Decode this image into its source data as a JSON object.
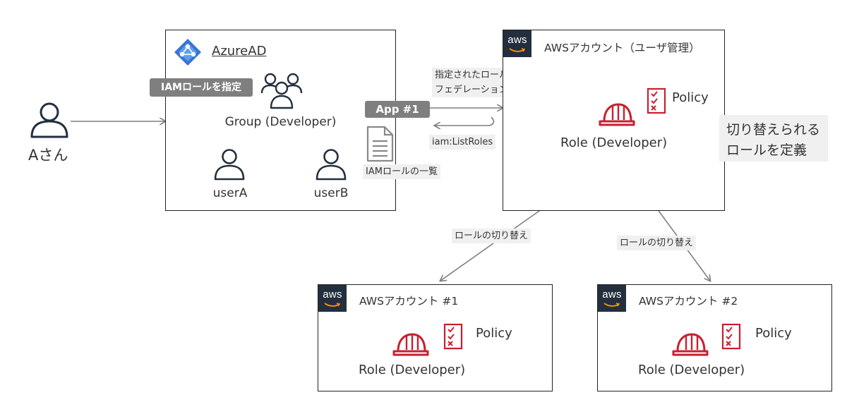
{
  "user": {
    "label": "Aさん"
  },
  "azure": {
    "title": "AzureAD",
    "iam_tag": "IAMロールを指定",
    "group_label": "Group (Developer)",
    "user_a": "userA",
    "user_b": "userB"
  },
  "app": {
    "label": "App #1",
    "federation_note_line1": "指定されたロールで",
    "federation_note_line2": "フェデレーションアクセス",
    "list_roles": "iam:ListRoles",
    "doc_label": "IAMロールの一覧"
  },
  "main_account": {
    "logo_text": "aws",
    "title": "AWSアカウント（ユーザ管理）",
    "policy": "Policy",
    "role": "Role (Developer)",
    "callout_line1": "切り替えられる",
    "callout_line2": "ロールを定義"
  },
  "switch_label_left": "ロールの切り替え",
  "switch_label_right": "ロールの切り替え",
  "account1": {
    "logo_text": "aws",
    "title": "AWSアカウント #1",
    "policy": "Policy",
    "role": "Role (Developer)"
  },
  "account2": {
    "logo_text": "aws",
    "title": "AWSアカウント #2",
    "policy": "Policy",
    "role": "Role (Developer)"
  },
  "colors": {
    "role_red": "#c7202f",
    "arrow_grey": "#7f7f7f",
    "azure_blue": "#3b73d4",
    "callout_line": "#1f3f9a",
    "aws_dark": "#232f3e"
  },
  "icons": [
    "user-icon",
    "group-icon",
    "azure-ad-icon",
    "document-icon",
    "helmet-icon",
    "policy-checklist-icon",
    "aws-logo-icon"
  ]
}
